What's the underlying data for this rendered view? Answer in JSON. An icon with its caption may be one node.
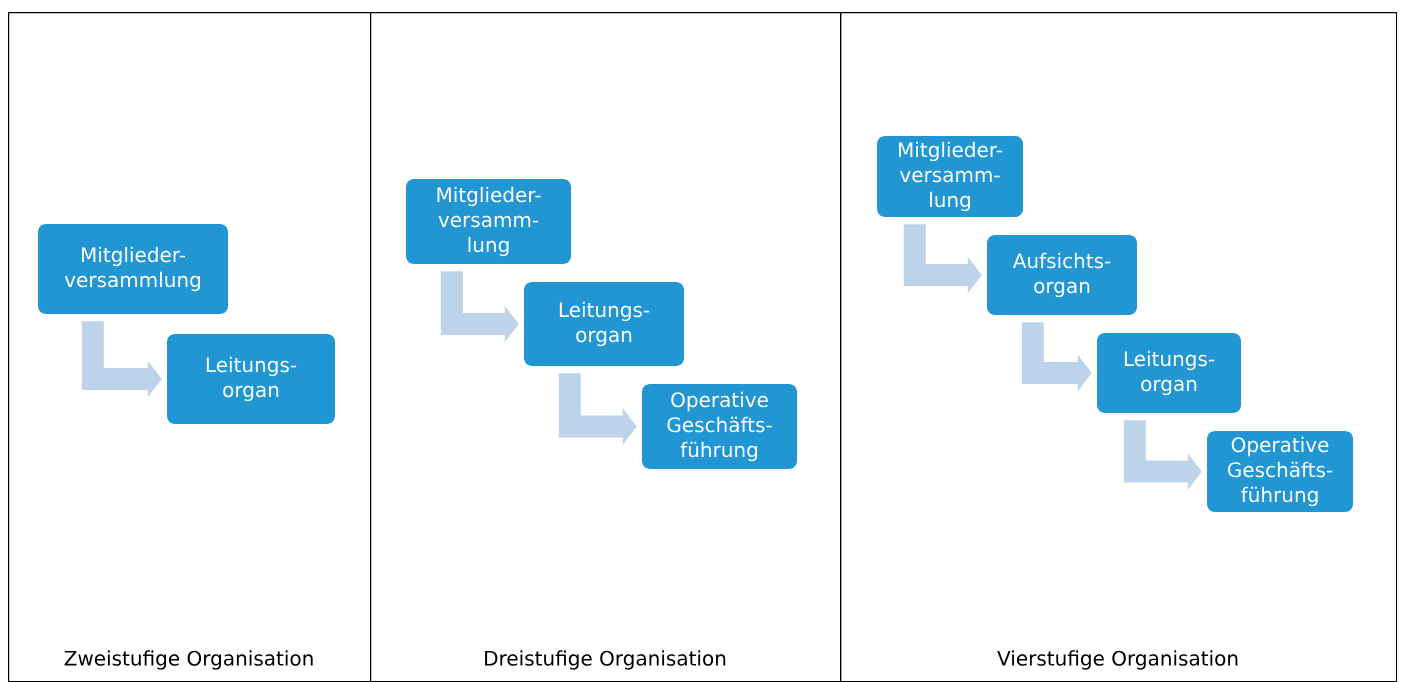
{
  "diagram": {
    "nodes": [
      {
        "text": [
          "Zweistufige Organisation"
        ]
      },
      {
        "text": [
          "Mitglieder- versammlung"
        ],
        "in": 0
      },
      {
        "text": [
          "Leitungs- organ"
        ],
        "in": 0
      },
      {
        "text": [
          "Dreistufige Organisation"
        ]
      },
      {
        "text": [
          "Mitglieder- versamm- lung"
        ],
        "in": 3
      },
      {
        "text": [
          "Leitungs- organ"
        ],
        "in": 3
      },
      {
        "text": [
          "Operative Geschäfts- führung"
        ],
        "in": 3
      },
      {
        "text": [
          "Vierstufige Organisation"
        ]
      },
      {
        "text": [
          "Mitglieder- versamm- lung"
        ],
        "in": 7
      },
      {
        "text": [
          "Aufsichts- organ"
        ],
        "in": 7
      },
      {
        "text": [
          "Leitungs- organ"
        ],
        "in": 7
      },
      {
        "text": [
          "Operative Geschäfts- führung"
        ],
        "in": 7
      }
    ],
    "edges": [
      {
        "from": 1,
        "to": 2,
        "arrow": "to"
      },
      {
        "from": 4,
        "to": 5,
        "arrow": "to"
      },
      {
        "from": 5,
        "to": 6,
        "arrow": "to"
      },
      {
        "from": 8,
        "to": 9,
        "arrow": "to"
      },
      {
        "from": 9,
        "to": 10,
        "arrow": "to"
      },
      {
        "from": 10,
        "to": 11,
        "arrow": "to"
      }
    ]
  }
}
